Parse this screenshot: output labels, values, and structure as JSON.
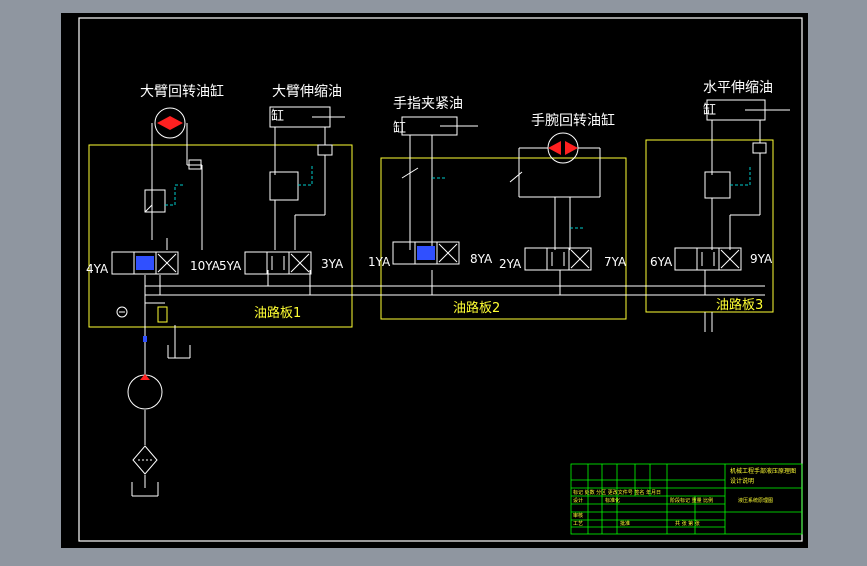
{
  "colors": {
    "background": "#8f96a0",
    "sheet": "#000000",
    "frame": "#ffffff",
    "line": "#ffffff",
    "panel": "#ffff33",
    "signal": "#00cccc",
    "valve_fill": "#3050ff",
    "motor": "#ff2020",
    "titleblock": "#00ff00",
    "titletext": "#ffff33"
  },
  "components": {
    "arm_rotate_cyl": "大臂回转油缸",
    "arm_extend_cyl_a": "大臂伸缩油",
    "arm_extend_cyl_b": "缸",
    "finger_clamp_cyl_a": "手指夹紧油",
    "finger_clamp_cyl_b": "缸",
    "wrist_rotate_cyl": "手腕回转油缸",
    "horizontal_cyl_a": "水平伸缩油",
    "horizontal_cyl_b": "缸"
  },
  "solenoids": {
    "s4ya": "4YA",
    "s10ya": "10YA",
    "s5ya": "5YA",
    "s3ya": "3YA",
    "s1ya": "1YA",
    "s8ya": "8YA",
    "s2ya": "2YA",
    "s7ya": "7YA",
    "s6ya": "6YA",
    "s9ya": "9YA"
  },
  "manifolds": {
    "m1": "油路板1",
    "m2": "油路板2",
    "m3": "油路板3"
  },
  "titleblock": {
    "title_line1": "机械工程手部液压原理图",
    "title_line2": "设计说明",
    "drawing_name": "液压系统原理图",
    "row_marker": "标记 处数 分区 更改文件号 签名 年月日",
    "row_designer": "设计",
    "row_check": "审核",
    "row_process": "工艺",
    "row_standard": "标准化",
    "row_approve": "批准",
    "stage_label": "阶段标记 重量 比例",
    "sheet_label": "共 张 第 张"
  }
}
